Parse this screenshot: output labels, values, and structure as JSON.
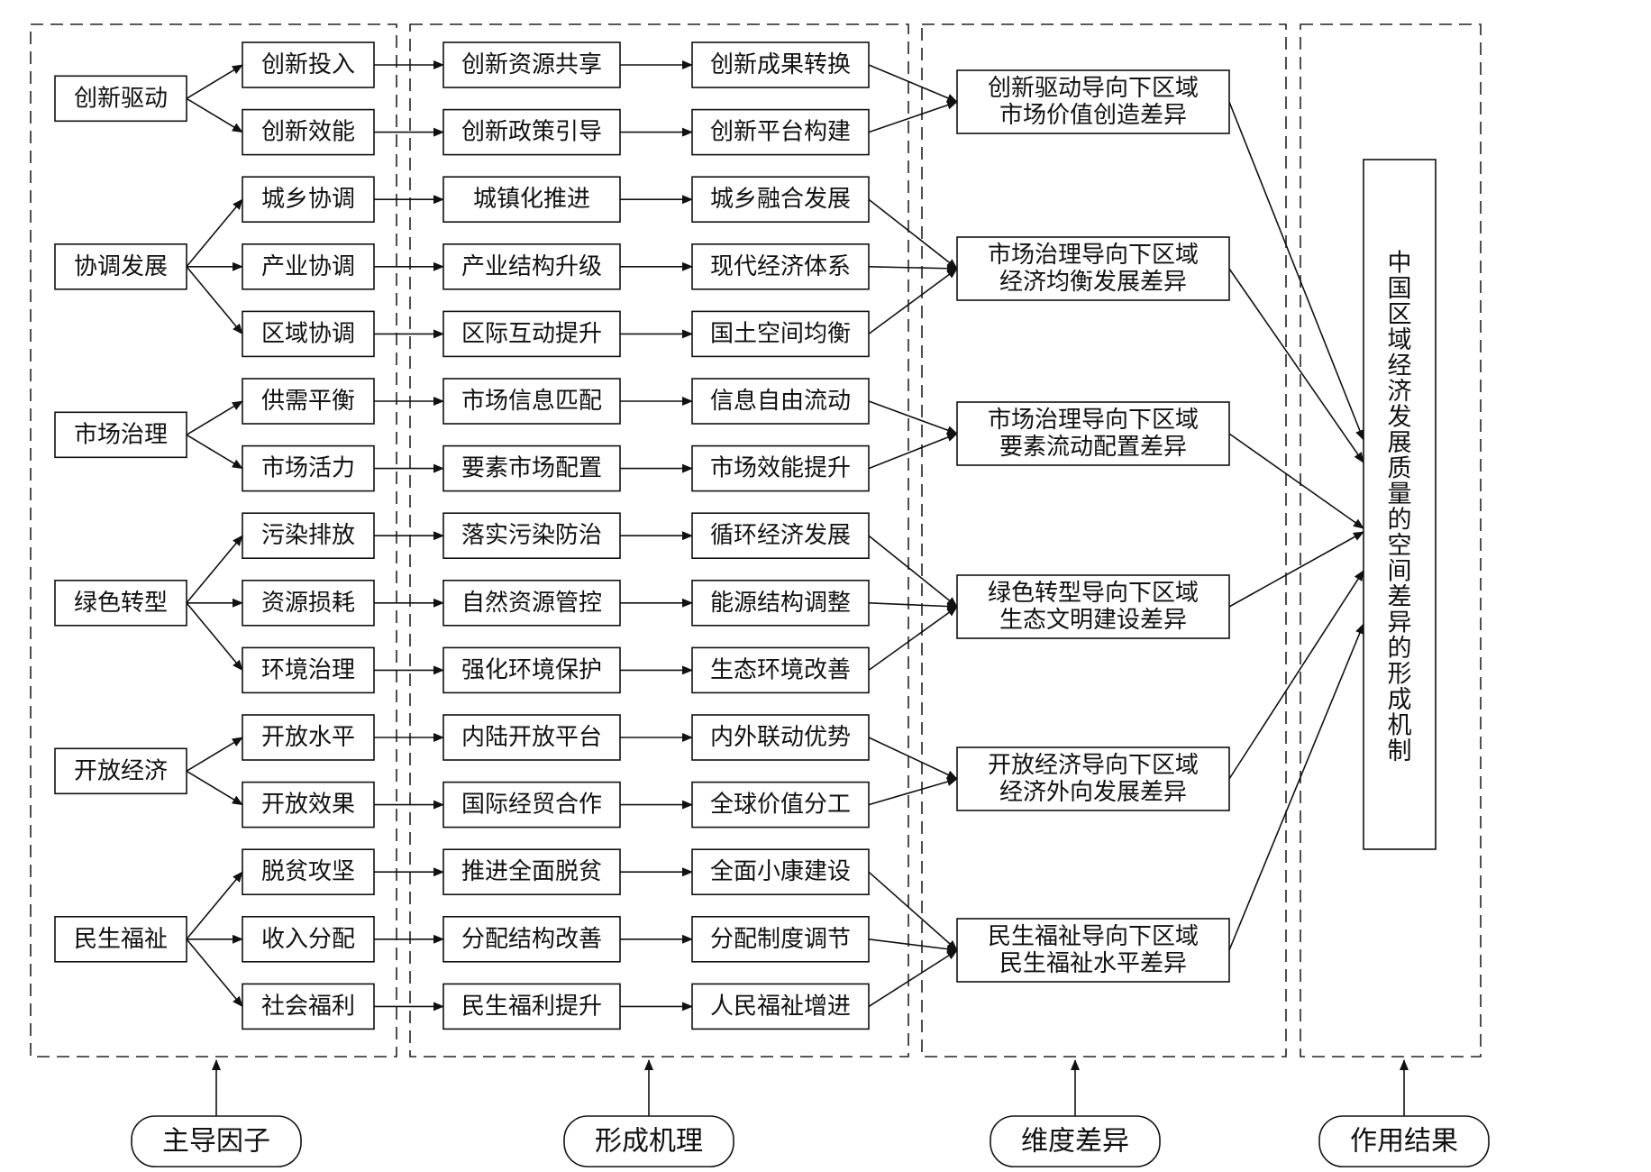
{
  "factors": [
    {
      "label": "创新驱动",
      "subs": [
        {
          "label": "创新投入",
          "mech": "创新资源共享",
          "effect": "创新成果转换"
        },
        {
          "label": "创新效能",
          "mech": "创新政策引导",
          "effect": "创新平台构建"
        }
      ]
    },
    {
      "label": "协调发展",
      "subs": [
        {
          "label": "城乡协调",
          "mech": "城镇化推进",
          "effect": "城乡融合发展"
        },
        {
          "label": "产业协调",
          "mech": "产业结构升级",
          "effect": "现代经济体系"
        },
        {
          "label": "区域协调",
          "mech": "区际互动提升",
          "effect": "国土空间均衡"
        }
      ]
    },
    {
      "label": "市场治理",
      "subs": [
        {
          "label": "供需平衡",
          "mech": "市场信息匹配",
          "effect": "信息自由流动"
        },
        {
          "label": "市场活力",
          "mech": "要素市场配置",
          "effect": "市场效能提升"
        }
      ]
    },
    {
      "label": "绿色转型",
      "subs": [
        {
          "label": "污染排放",
          "mech": "落实污染防治",
          "effect": "循环经济发展"
        },
        {
          "label": "资源损耗",
          "mech": "自然资源管控",
          "effect": "能源结构调整"
        },
        {
          "label": "环境治理",
          "mech": "强化环境保护",
          "effect": "生态环境改善"
        }
      ]
    },
    {
      "label": "开放经济",
      "subs": [
        {
          "label": "开放水平",
          "mech": "内陆开放平台",
          "effect": "内外联动优势"
        },
        {
          "label": "开放效果",
          "mech": "国际经贸合作",
          "effect": "全球价值分工"
        }
      ]
    },
    {
      "label": "民生福祉",
      "subs": [
        {
          "label": "脱贫攻坚",
          "mech": "推进全面脱贫",
          "effect": "全面小康建设"
        },
        {
          "label": "收入分配",
          "mech": "分配结构改善",
          "effect": "分配制度调节"
        },
        {
          "label": "社会福利",
          "mech": "民生福利提升",
          "effect": "人民福祉增进"
        }
      ]
    }
  ],
  "dimensions": [
    [
      "创新驱动导向下区域",
      "市场价值创造差异"
    ],
    [
      "市场治理导向下区域",
      "经济均衡发展差异"
    ],
    [
      "市场治理导向下区域",
      "要素流动配置差异"
    ],
    [
      "绿色转型导向下区域",
      "生态文明建设差异"
    ],
    [
      "开放经济导向下区域",
      "经济外向发展差异"
    ],
    [
      "民生福祉导向下区域",
      "民生福祉水平差异"
    ]
  ],
  "result": "中国区域经济发展质量的空间差异的形成机制",
  "stages": [
    "主导因子",
    "形成机理",
    "维度差异",
    "作用结果"
  ]
}
